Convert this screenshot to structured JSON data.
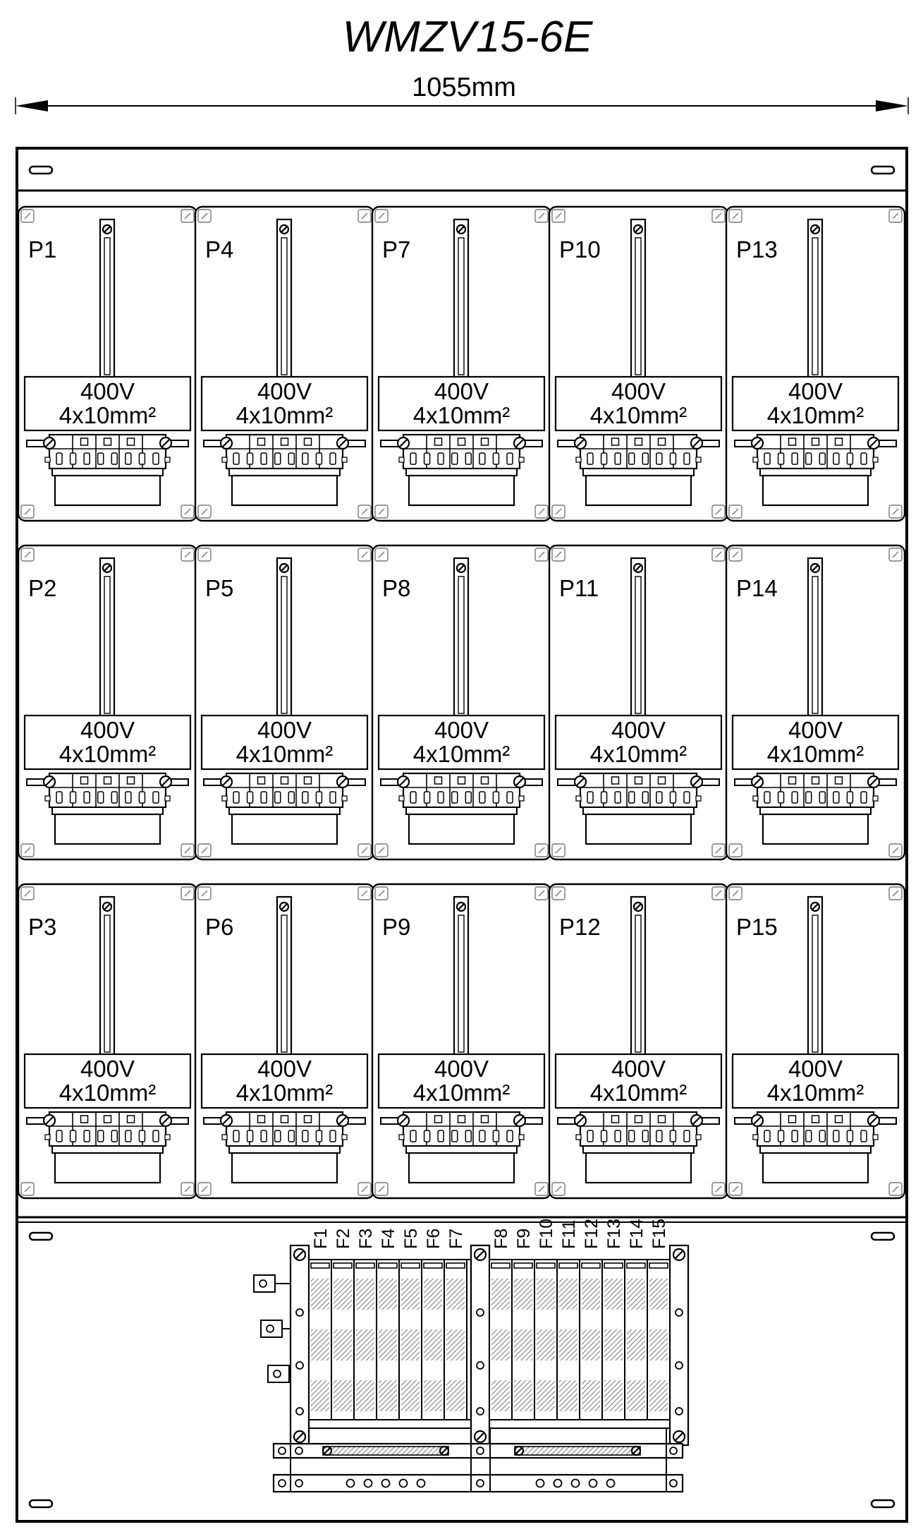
{
  "title": "WMZV15-6E",
  "dimension": {
    "width_label": "1055mm"
  },
  "meters": [
    {
      "label": "P1",
      "voltage": "400V",
      "cable": "4x10mm²"
    },
    {
      "label": "P4",
      "voltage": "400V",
      "cable": "4x10mm²"
    },
    {
      "label": "P7",
      "voltage": "400V",
      "cable": "4x10mm²"
    },
    {
      "label": "P10",
      "voltage": "400V",
      "cable": "4x10mm²"
    },
    {
      "label": "P13",
      "voltage": "400V",
      "cable": "4x10mm²"
    },
    {
      "label": "P2",
      "voltage": "400V",
      "cable": "4x10mm²"
    },
    {
      "label": "P5",
      "voltage": "400V",
      "cable": "4x10mm²"
    },
    {
      "label": "P8",
      "voltage": "400V",
      "cable": "4x10mm²"
    },
    {
      "label": "P11",
      "voltage": "400V",
      "cable": "4x10mm²"
    },
    {
      "label": "P14",
      "voltage": "400V",
      "cable": "4x10mm²"
    },
    {
      "label": "P3",
      "voltage": "400V",
      "cable": "4x10mm²"
    },
    {
      "label": "P6",
      "voltage": "400V",
      "cable": "4x10mm²"
    },
    {
      "label": "P9",
      "voltage": "400V",
      "cable": "4x10mm²"
    },
    {
      "label": "P12",
      "voltage": "400V",
      "cable": "4x10mm²"
    },
    {
      "label": "P15",
      "voltage": "400V",
      "cable": "4x10mm²"
    }
  ],
  "fuses_left": [
    "F1",
    "F2",
    "F3",
    "F4",
    "F5",
    "F6",
    "F7"
  ],
  "fuses_right": [
    "F8",
    "F9",
    "F10",
    "F11",
    "F12",
    "F13",
    "F14",
    "F15"
  ],
  "colors": {
    "line": "#000000",
    "background": "#ffffff",
    "hatch": "#9a9a9a"
  }
}
